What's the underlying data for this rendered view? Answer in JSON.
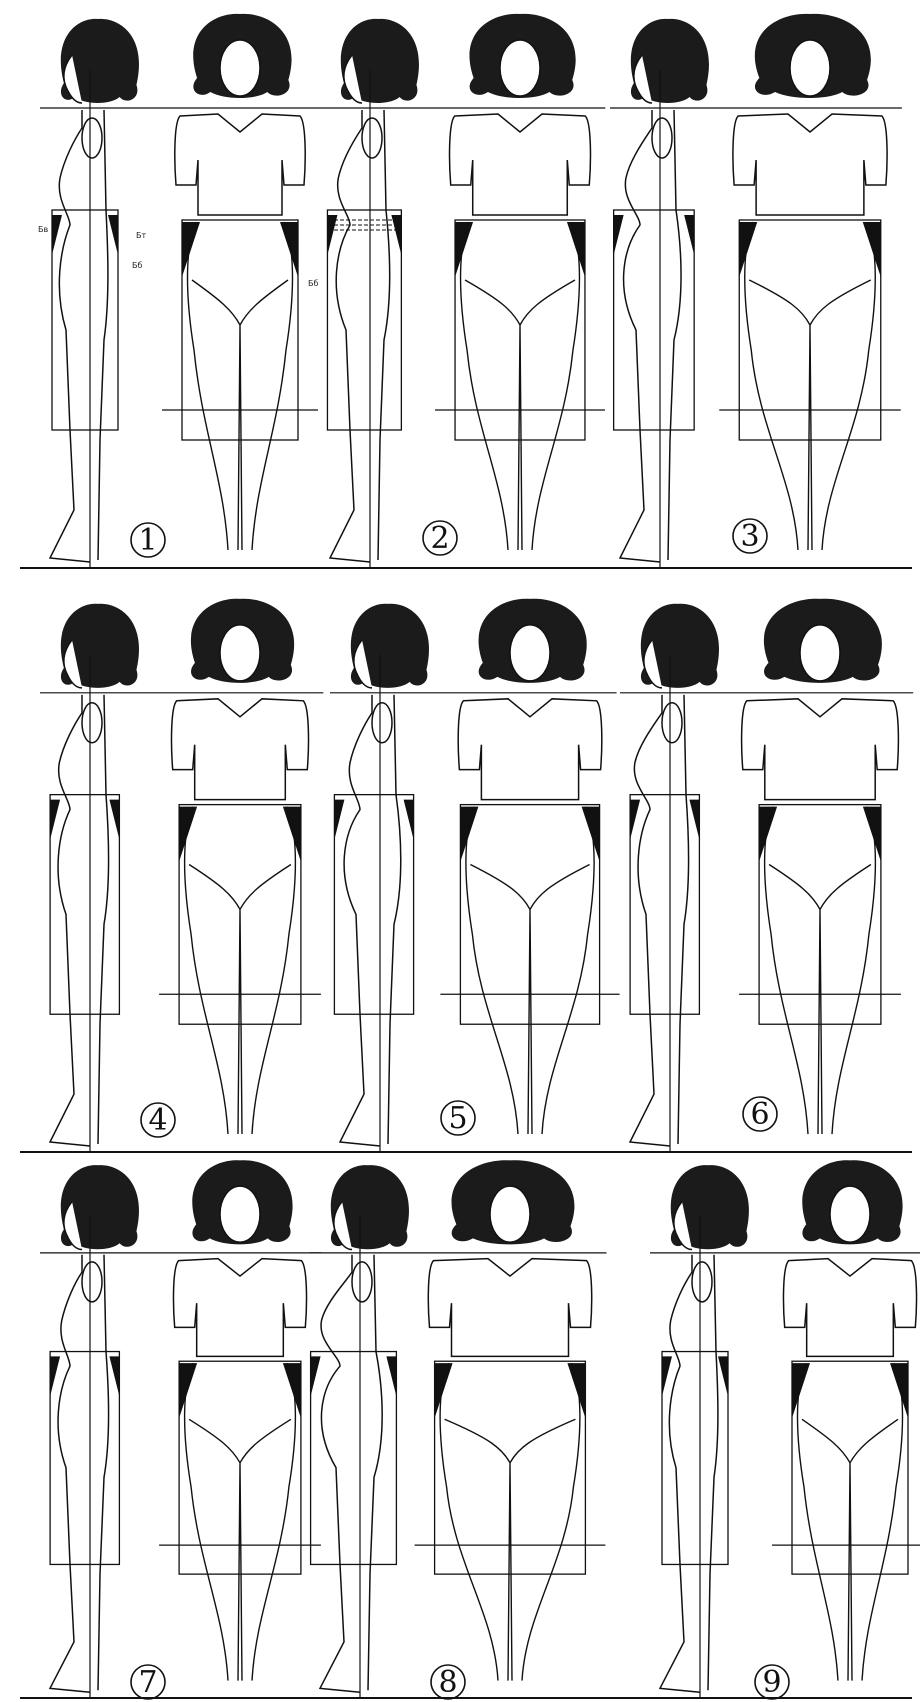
{
  "figures": [
    {
      "number": "1",
      "profile_labels": [
        "Бв",
        "Бт",
        "Бб",
        "Бб"
      ]
    },
    {
      "number": "2",
      "profile_labels": []
    },
    {
      "number": "3",
      "profile_labels": []
    },
    {
      "number": "4",
      "profile_labels": []
    },
    {
      "number": "5",
      "profile_labels": []
    },
    {
      "number": "6",
      "profile_labels": []
    },
    {
      "number": "7",
      "profile_labels": []
    },
    {
      "number": "8",
      "profile_labels": []
    },
    {
      "number": "9",
      "profile_labels": []
    }
  ],
  "colors": {
    "ink": "#111111",
    "hair": "#1b1b1b",
    "paper": "#ffffff"
  }
}
